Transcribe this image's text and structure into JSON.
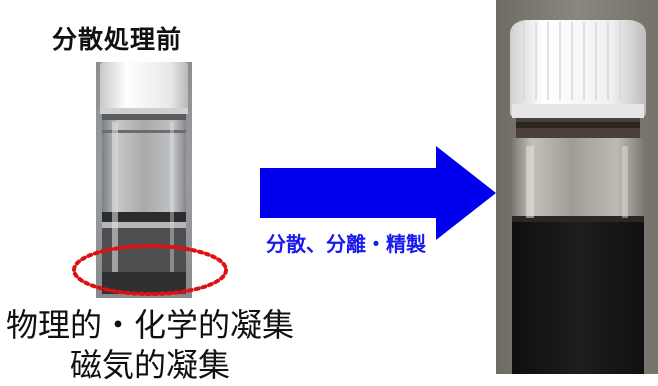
{
  "before_label": "分散処理前",
  "process_label": "分散、分離・精製",
  "aggregation_causes": [
    "物理的・化学的凝集",
    "磁気的凝集"
  ],
  "colors": {
    "arrow": "#0000ee",
    "process_text": "#1a1aee",
    "aggregation_outline": "#dd1111",
    "cap": "#f4f4f4",
    "dispersion": "#141414"
  },
  "icons": [
    "vial-before-dispersion",
    "arrow-right-icon",
    "vial-after-dispersion",
    "aggregation-circle"
  ]
}
